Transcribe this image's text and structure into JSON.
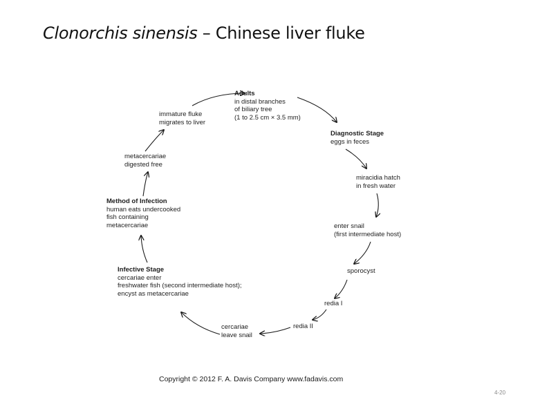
{
  "title": {
    "italic": "Clonorchis sinensis",
    "rest": " – Chinese liver fluke"
  },
  "stages": {
    "adults": {
      "heading": "Adults",
      "lines": [
        "in distal branches",
        "of biliary tree",
        "(1 to 2.5 cm × 3.5 mm)"
      ]
    },
    "diagnostic": {
      "heading": "Diagnostic Stage",
      "lines": [
        "eggs in feces"
      ]
    },
    "miracidia": {
      "lines": [
        "miracidia hatch",
        "in fresh water"
      ]
    },
    "snail": {
      "lines": [
        "enter snail",
        "(first intermediate host)"
      ]
    },
    "sporocyst": {
      "lines": [
        "sporocyst"
      ]
    },
    "redia1": {
      "lines": [
        "redia I"
      ]
    },
    "redia2": {
      "lines": [
        "redia II"
      ]
    },
    "cercariae": {
      "lines": [
        "cercariae",
        "leave snail"
      ]
    },
    "infective": {
      "heading": "Infective Stage",
      "lines": [
        "cercariae enter",
        "freshwater fish (second intermediate host);",
        "encyst as metacercariae"
      ]
    },
    "method": {
      "heading": "Method of Infection",
      "lines": [
        "human eats undercooked",
        "fish containing",
        "metacercariae"
      ]
    },
    "metacercariae": {
      "lines": [
        "metacercariae",
        "digested free"
      ]
    },
    "immature": {
      "lines": [
        "immature fluke",
        "migrates to liver"
      ]
    }
  },
  "copyright": "Copyright © 2012  F. A. Davis Company    www.fadavis.com",
  "page_number": "4-20"
}
